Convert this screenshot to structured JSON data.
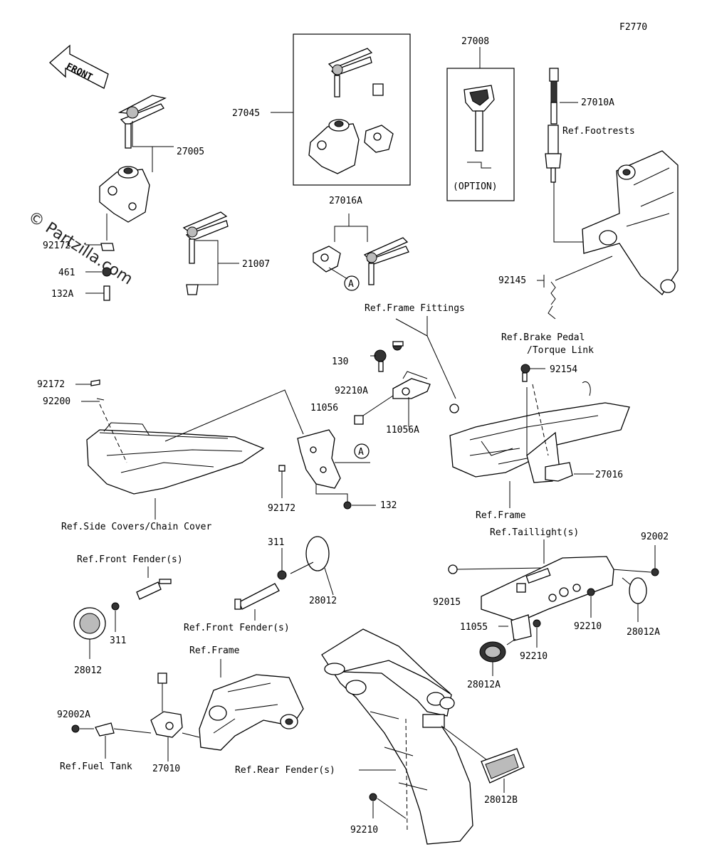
{
  "figure_code": "F2770",
  "front_label": "FRONT",
  "option_label": "(OPTION)",
  "watermark": "© Partzilla.com",
  "callout_letter": "A",
  "parts": {
    "p27005": "27005",
    "p27045": "27045",
    "p27008": "27008",
    "p27010A": "27010A",
    "p27016A": "27016A",
    "p21007": "21007",
    "p92172_top_left": "92172",
    "p461": "461",
    "p132A": "132A",
    "p92145": "92145",
    "p130": "130",
    "p92210A": "92210A",
    "p11056": "11056",
    "p11056A": "11056A",
    "p92154": "92154",
    "p92172a": "92172",
    "p92200": "92200",
    "p92172b": "92172",
    "p132": "132",
    "p27016": "27016",
    "p311a": "311",
    "p28012a": "28012",
    "p92002": "92002",
    "p92015": "92015",
    "p311b": "311",
    "p28012b": "28012",
    "p92210a": "92210",
    "p28012A_r": "28012A",
    "p11055": "11055",
    "p92210b": "92210",
    "p28012A_b": "28012A",
    "p92002A": "92002A",
    "p27010": "27010",
    "p28012B": "28012B",
    "p92210c": "92210"
  },
  "refs": {
    "footrests": "Ref.Footrests",
    "frame_fittings": "Ref.Frame Fittings",
    "brake_pedal_1": "Ref.Brake Pedal",
    "brake_pedal_2": "/Torque Link",
    "frame_1": "Ref.Frame",
    "side_covers": "Ref.Side Covers/Chain Cover",
    "taillights": "Ref.Taillight(s)",
    "front_fender_1": "Ref.Front Fender(s)",
    "front_fender_2": "Ref.Front Fender(s)",
    "frame_2": "Ref.Frame",
    "fuel_tank": "Ref.Fuel Tank",
    "rear_fender": "Ref.Rear Fender(s)"
  }
}
